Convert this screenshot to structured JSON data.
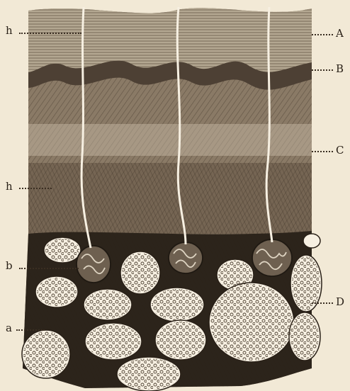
{
  "figure": {
    "labels": {
      "A": "A",
      "B": "B",
      "C": "C",
      "D": "D",
      "h_top": "h",
      "h_mid": "h",
      "b": "b",
      "a": "a"
    },
    "colors": {
      "paper": "#f2e9d6",
      "ink": "#2a2118",
      "dermis": "#6b5c4c",
      "epidermis": "#8b7e6c",
      "fat_cell": "#f7f0e2"
    }
  }
}
